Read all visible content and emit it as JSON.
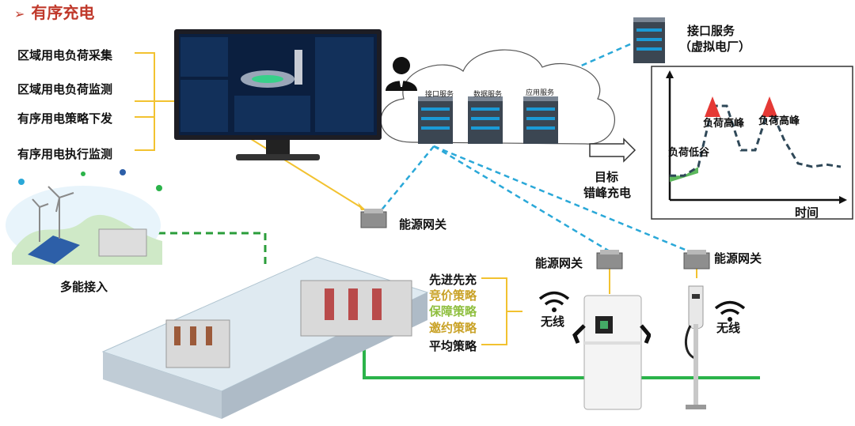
{
  "title": {
    "arrow": "➢",
    "text": "有序充电"
  },
  "left_functions": [
    "区域用电负荷采集",
    "区域用电负荷监测",
    "有序用电策略下发",
    "有序用电执行监测"
  ],
  "multi_energy": "多能接入",
  "cloud": {
    "servers": [
      "接口服务",
      "数据服务",
      "应用服务"
    ]
  },
  "interface_service": {
    "line1": "接口服务",
    "line2": "（虚拟电厂）"
  },
  "target": {
    "line1": "目标",
    "line2": "错峰充电"
  },
  "chart_data": {
    "type": "line",
    "title": "",
    "xlabel": "时间",
    "ylabel": "",
    "annotations": [
      {
        "text": "负荷低谷",
        "color": "#5cb85c"
      },
      {
        "text": "负荷高峰",
        "color": "#e53935"
      },
      {
        "text": "负荷高峰",
        "color": "#e53935"
      }
    ],
    "series": [
      {
        "values": [
          0.22,
          0.22,
          0.3,
          0.85,
          0.85,
          0.45,
          0.45,
          0.85,
          0.55,
          0.33,
          0.3,
          0.32,
          0.3
        ]
      }
    ]
  },
  "gateways": [
    "能源网关",
    "能源网关",
    "能源网关"
  ],
  "wireless": [
    "无线",
    "无线"
  ],
  "strategies": [
    {
      "text": "先进先充",
      "color": "#111111"
    },
    {
      "text": "竞价策略",
      "color": "#c9a227"
    },
    {
      "text": "保障策略",
      "color": "#8fbf3f"
    },
    {
      "text": "邀约策略",
      "color": "#c9a227"
    },
    {
      "text": "平均策略",
      "color": "#111111"
    }
  ],
  "colors": {
    "accent_yellow": "#f2c230",
    "link_blue": "#2aa8d8",
    "green_line": "#2bb34a",
    "dash_green": "#2a9d3a",
    "title_red": "#c0392b"
  }
}
